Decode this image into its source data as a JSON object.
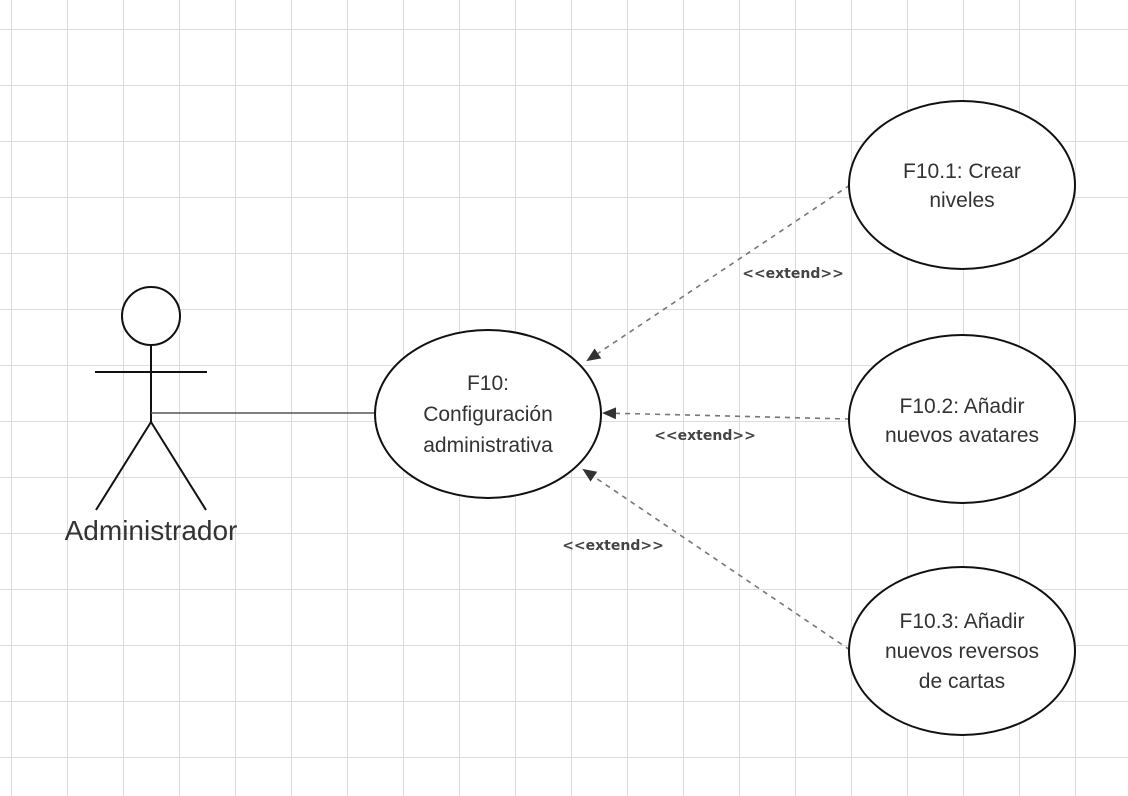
{
  "actor": {
    "name": "Administrador"
  },
  "main_use_case": {
    "lines": [
      "F10:",
      "Configuración",
      "administrativa"
    ]
  },
  "extensions": [
    {
      "lines": [
        "F10.1: Crear",
        "niveles"
      ],
      "relation_label": "<<extend>>"
    },
    {
      "lines": [
        "F10.2: Añadir",
        "nuevos avatares"
      ],
      "relation_label": "<<extend>>"
    },
    {
      "lines": [
        "F10.3: Añadir",
        "nuevos reversos",
        "de cartas"
      ],
      "relation_label": "<<extend>>"
    }
  ]
}
